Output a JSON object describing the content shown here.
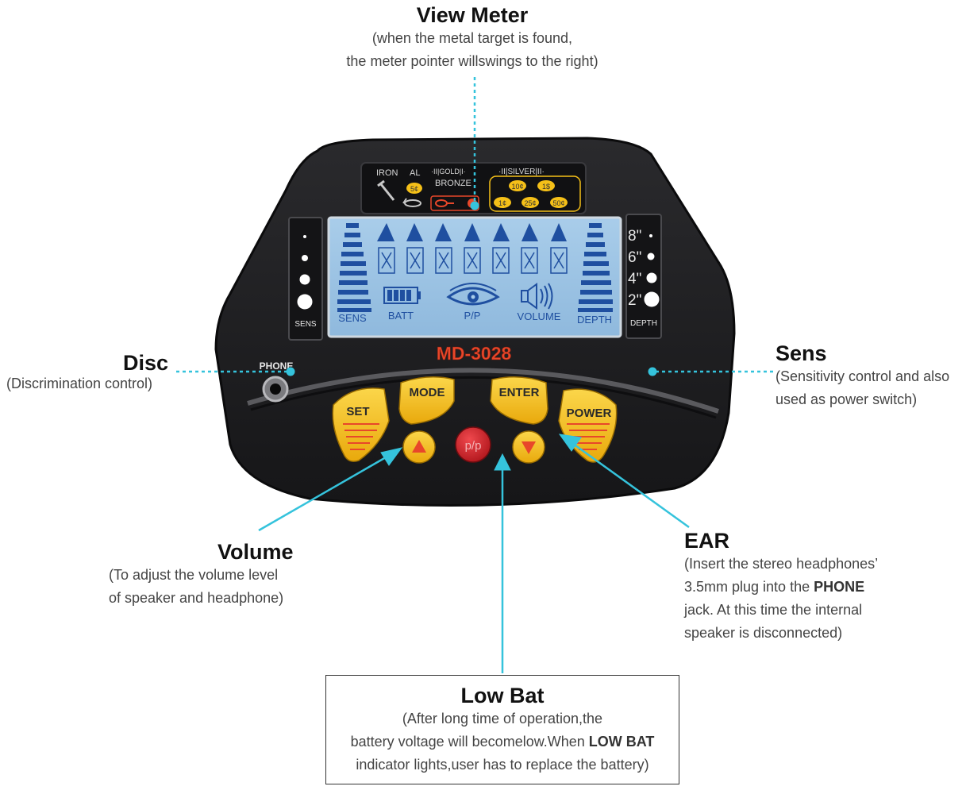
{
  "view_meter": {
    "title": "View Meter",
    "desc_line1": "(when the metal target is found,",
    "desc_line2": "the meter pointer willswings to the right)"
  },
  "disc": {
    "title": "Disc",
    "desc": "(Discrimination control)"
  },
  "sens": {
    "title": "Sens",
    "desc_line1": "(Sensitivity control and also",
    "desc_line2": "used as power switch)"
  },
  "volume": {
    "title": "Volume",
    "desc_line1": "(To adjust the volume level",
    "desc_line2": "of speaker and headphone)"
  },
  "ear": {
    "title": "EAR",
    "desc_line1": "(Insert the stereo headphones’",
    "desc_line2_pre": "3.5mm plug into the ",
    "desc_line2_bold": "PHONE",
    "desc_line3": "jack. At this time the internal",
    "desc_line4": "speaker is disconnected)"
  },
  "low_bat": {
    "title": "Low Bat",
    "desc_line1": "(After long time of operation,the",
    "desc_line2_pre": "battery voltage will becomelow.When ",
    "desc_line2_bold": "LOW BAT",
    "desc_line3": "indicator lights,user has to replace the battery)"
  },
  "device": {
    "model": "MD-3028",
    "phone_label": "PHONE",
    "panel_left_label": "SENS",
    "panel_right_label": "DEPTH",
    "depth_marks": [
      "8\"",
      "6\"",
      "4\"",
      "2\""
    ],
    "metal_labels": {
      "iron": "IRON",
      "al": "AL",
      "gold": "·II|GOLD|I·",
      "bronze": "BRONZE",
      "silver": "·II|SILVER|II·"
    },
    "coins": [
      "5¢",
      "10¢",
      "1$",
      "1¢",
      "25¢",
      "50¢"
    ],
    "lcd_labels": {
      "sens": "SENS",
      "batt": "BATT",
      "pp": "P/P",
      "volume": "VOLUME",
      "depth": "DEPTH"
    },
    "buttons": {
      "set": "SET",
      "mode": "MODE",
      "enter": "ENTER",
      "power": "POWER",
      "pp": "p/p"
    },
    "colors": {
      "body": "#1c1c1e",
      "lcd": "#9cc4e4",
      "lcd_segment": "#1f4fa0",
      "button_yellow": "#f5c018",
      "button_red": "#d8232a",
      "model_text": "#e8472a",
      "callout": "#35c3dc"
    }
  }
}
